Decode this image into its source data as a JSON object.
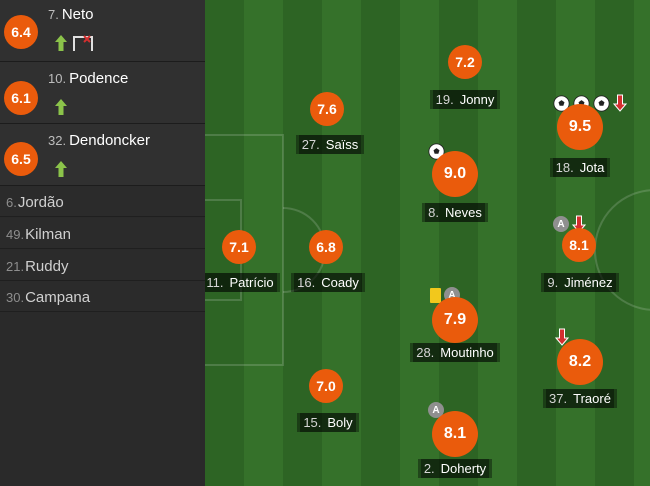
{
  "subs": [
    {
      "rating": "6.4",
      "num": "7.",
      "name": "Neto",
      "icons": [
        "sub-in-arrow",
        "hit-woodwork"
      ]
    },
    {
      "rating": "6.1",
      "num": "10.",
      "name": "Podence",
      "icons": [
        "sub-in-arrow"
      ]
    },
    {
      "rating": "6.5",
      "num": "32.",
      "name": "Dendoncker",
      "icons": [
        "sub-in-arrow"
      ]
    }
  ],
  "bench": [
    {
      "num": "6.",
      "name": "Jordão"
    },
    {
      "num": "49.",
      "name": "Kilman"
    },
    {
      "num": "21.",
      "name": "Ruddy"
    },
    {
      "num": "30.",
      "name": "Campana"
    }
  ],
  "players": [
    {
      "key": "jonny",
      "rating": "7.2",
      "num": "19.",
      "name": "Jonny",
      "events": []
    },
    {
      "key": "saiss",
      "rating": "7.6",
      "num": "27.",
      "name": "Saïss",
      "events": []
    },
    {
      "key": "jota",
      "rating": "9.5",
      "num": "18.",
      "name": "Jota",
      "events": [
        "ball",
        "ball",
        "ball",
        "sub-out"
      ],
      "big": true
    },
    {
      "key": "neves",
      "rating": "9.0",
      "num": "8.",
      "name": "Neves",
      "events": [
        "ball"
      ],
      "big": true
    },
    {
      "key": "patricio",
      "rating": "7.1",
      "num": "11.",
      "name": "Patrício",
      "events": []
    },
    {
      "key": "coady",
      "rating": "6.8",
      "num": "16.",
      "name": "Coady",
      "events": []
    },
    {
      "key": "jimenez",
      "rating": "8.1",
      "num": "9.",
      "name": "Jiménez",
      "events": [
        "assist",
        "sub-out"
      ]
    },
    {
      "key": "moutinho",
      "rating": "7.9",
      "num": "28.",
      "name": "Moutinho",
      "events": [
        "yellow-card",
        "assist"
      ]
    },
    {
      "key": "traore",
      "rating": "8.2",
      "num": "37.",
      "name": "Traoré",
      "events": [
        "sub-out"
      ]
    },
    {
      "key": "boly",
      "rating": "7.0",
      "num": "15.",
      "name": "Boly",
      "events": []
    },
    {
      "key": "doherty",
      "rating": "8.1",
      "num": "2.",
      "name": "Doherty",
      "events": [
        "assist"
      ]
    }
  ],
  "assist_letter": "A",
  "colors": {
    "rating_badge": "#ea5b0c",
    "pitch_dark": "#2d6424",
    "pitch_light": "#35712a",
    "sub_in": "#8bc34a",
    "sub_out": "#d32f2f",
    "yellow_card": "#f2c81c"
  }
}
